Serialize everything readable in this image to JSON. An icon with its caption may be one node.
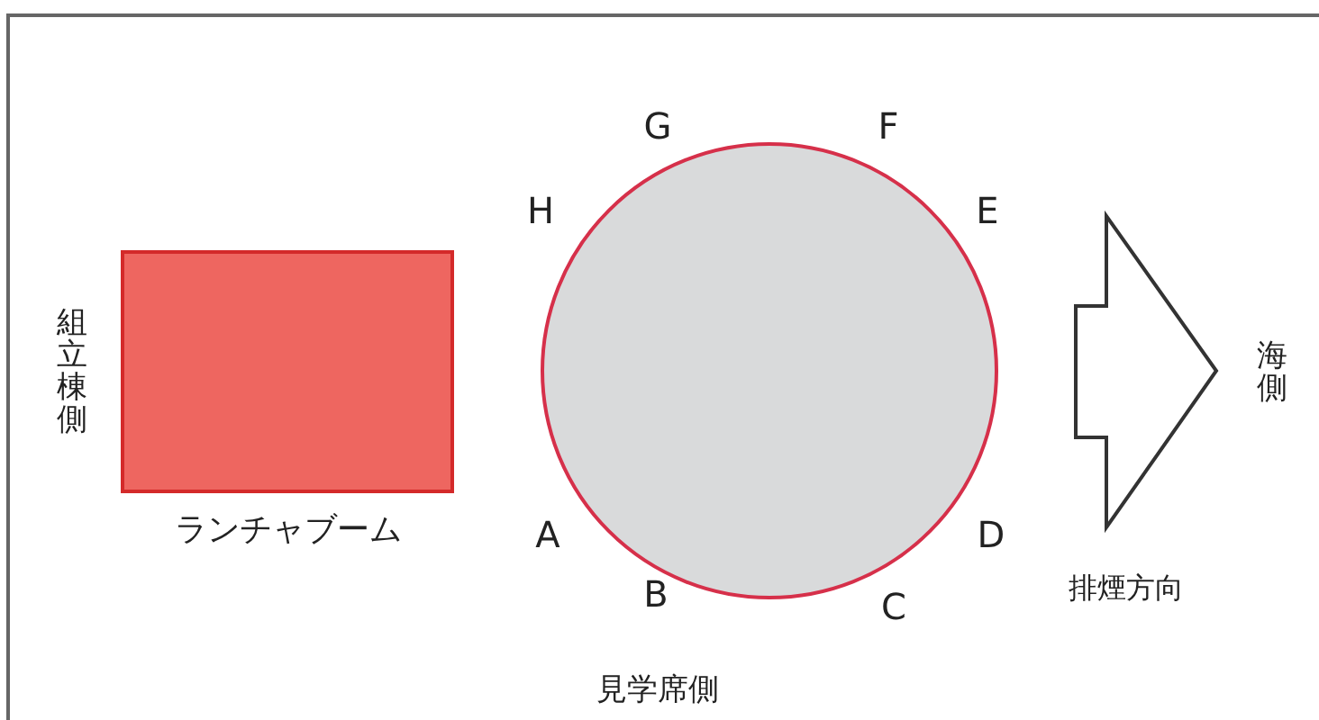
{
  "diagram": {
    "nodes": [
      {
        "text": [],
        "shape": "box",
        "beside": [
          "ランチャブーム"
        ]
      },
      {
        "text": [],
        "shape": "circle"
      }
    ],
    "labels": [
      "G",
      "F",
      "H",
      "E",
      "組立棟側",
      "海側",
      "A",
      "D",
      "B",
      "C",
      "排煙方向",
      "見学席側"
    ]
  }
}
